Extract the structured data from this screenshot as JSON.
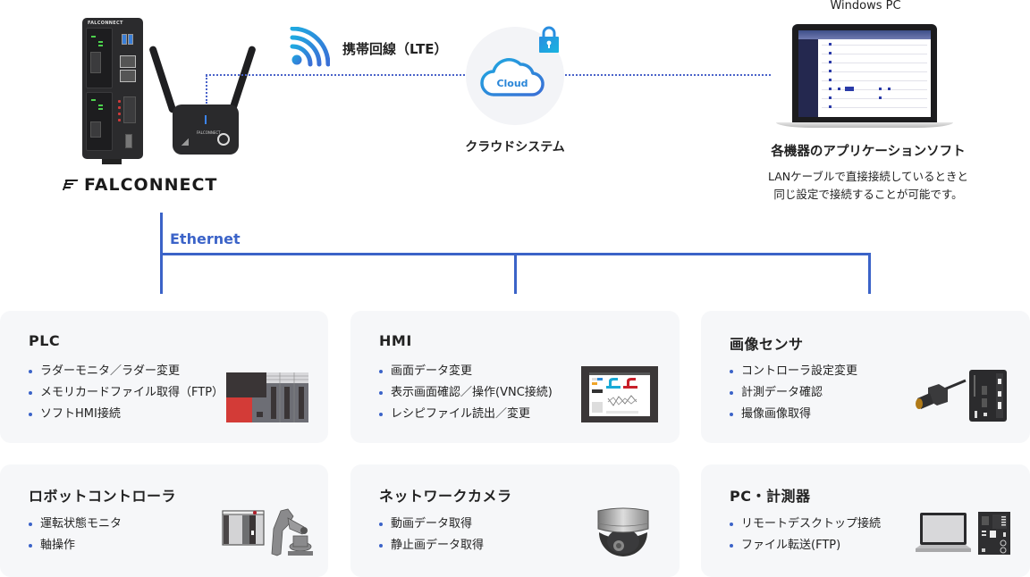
{
  "header": {
    "brand_logo": "FALCONNECT",
    "router_label": "FALCONNECT",
    "device_brand": "FALCONNECT",
    "lte_label": "携帯回線（LTE）",
    "cloud_icon_text": "Cloud",
    "cloud_label": "クラウドシステム",
    "pc_caption": "Windows PC",
    "pc_title": "各機器のアプリケーションソフト",
    "pc_desc_line1": "LANケーブルで直接接続しているときと",
    "pc_desc_line2": "同じ設定で接続することが可能です。"
  },
  "network": {
    "ethernet_label": "Ethernet",
    "line_color": "#3b63c8",
    "dotted_color": "#4a63c9"
  },
  "colors": {
    "card_bg": "#f6f7f9",
    "bullet": "#3b63c8",
    "text": "#222222",
    "cloud_gradient_start": "#1fa9e0",
    "cloud_gradient_end": "#3a6fd6"
  },
  "cards": [
    {
      "title": "PLC",
      "icon": "plc-icon",
      "items": [
        "ラダーモニタ／ラダー変更",
        "メモリカードファイル取得（FTP）",
        "ソフトHMI接続"
      ]
    },
    {
      "title": "HMI",
      "icon": "hmi-panel-icon",
      "items": [
        "画面データ変更",
        "表示画面確認／操作(VNC接続)",
        "レシピファイル読出／変更"
      ]
    },
    {
      "title": "画像センサ",
      "icon": "image-sensor-icon",
      "items": [
        "コントローラ設定変更",
        "計測データ確認",
        "撮像画像取得"
      ]
    },
    {
      "title": "ロボットコントローラ",
      "icon": "robot-controller-icon",
      "items": [
        "運転状態モニタ",
        "軸操作"
      ]
    },
    {
      "title": "ネットワークカメラ",
      "icon": "network-camera-icon",
      "items": [
        "動画データ取得",
        "静止画データ取得"
      ]
    },
    {
      "title": "PC・計測器",
      "icon": "pc-instrument-icon",
      "items": [
        "リモートデスクトップ接続",
        "ファイル転送(FTP)"
      ]
    }
  ]
}
